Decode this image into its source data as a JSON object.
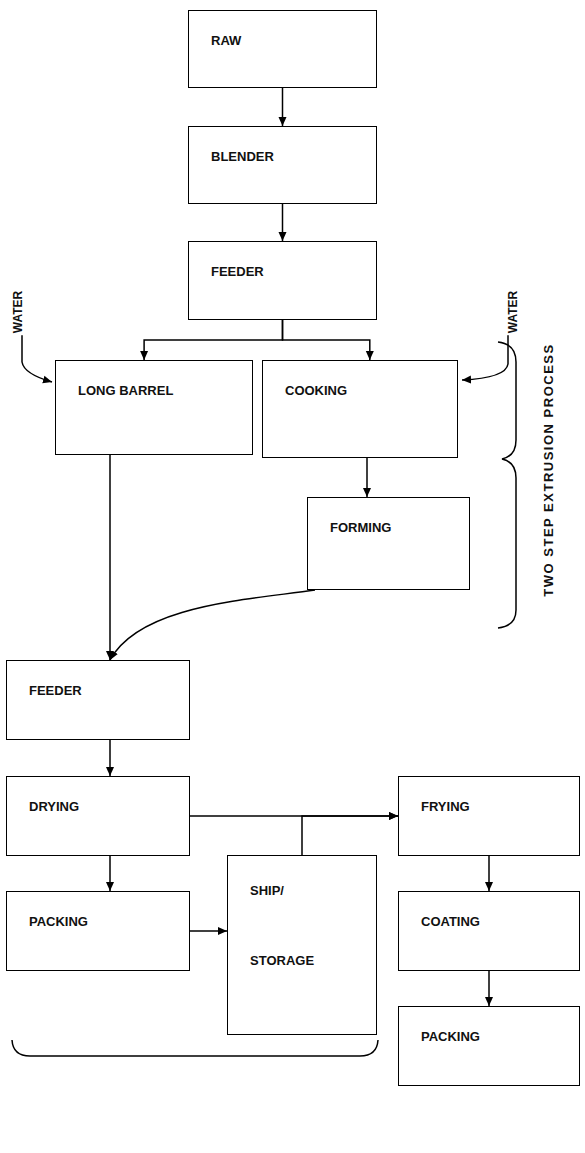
{
  "diagram": {
    "nodes": [
      {
        "text": [
          "RAW"
        ]
      },
      {
        "text": [
          "BLENDER"
        ]
      },
      {
        "text": [
          "FEEDER"
        ]
      },
      {
        "text": [
          "LONG BARREL"
        ]
      },
      {
        "text": [
          "COOKING"
        ]
      },
      {
        "text": [
          "FORMING"
        ]
      },
      {
        "text": [
          "FEEDER"
        ]
      },
      {
        "text": [
          "DRYING"
        ]
      },
      {
        "text": [
          "PACKING"
        ]
      },
      {
        "text": [
          "SHIP/ STORAGE"
        ]
      },
      {
        "text": [
          "FRYING"
        ]
      },
      {
        "text": [
          "COATING"
        ]
      },
      {
        "text": [
          "PACKING"
        ]
      }
    ],
    "edges": [
      {
        "from": 0,
        "to": 1,
        "arrow": "to"
      },
      {
        "from": 1,
        "to": 2,
        "arrow": "to"
      },
      {
        "from": 2,
        "to": 3,
        "arrow": "to"
      },
      {
        "from": 2,
        "to": 4,
        "arrow": "to"
      },
      {
        "from": 4,
        "to": 5,
        "arrow": "to"
      },
      {
        "from": 3,
        "to": 6,
        "arrow": "to"
      },
      {
        "from": 5,
        "to": 6,
        "arrow": "to"
      },
      {
        "from": 6,
        "to": 7,
        "arrow": "to"
      },
      {
        "from": 7,
        "to": 10,
        "arrow": "to"
      },
      {
        "from": 7,
        "to": 8,
        "arrow": "to"
      },
      {
        "from": 8,
        "to": 9,
        "arrow": "to"
      },
      {
        "from": 9,
        "to": 10,
        "arrow": "to"
      },
      {
        "from": 10,
        "to": 11,
        "arrow": "to"
      },
      {
        "from": 11,
        "to": 12,
        "arrow": "to"
      }
    ],
    "labels": [
      "WATER",
      "WATER",
      "TWO STEP EXTRUSION PROCESS"
    ]
  }
}
